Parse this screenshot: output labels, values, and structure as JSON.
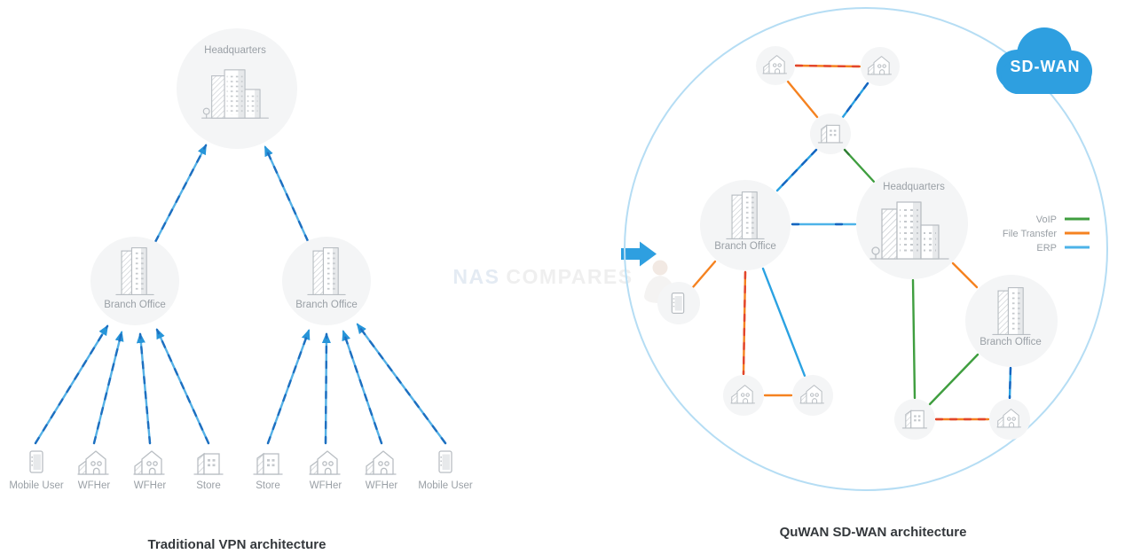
{
  "watermark": {
    "brand_primary": "NAS",
    "brand_secondary": "COMPARES"
  },
  "left_diagram": {
    "caption": "Traditional VPN architecture",
    "headquarters_label": "Headquarters",
    "branch_office_label": "Branch Office",
    "leaf_labels": [
      "Mobile User",
      "WFHer",
      "WFHer",
      "Store",
      "Store",
      "WFHer",
      "WFHer",
      "Mobile User"
    ]
  },
  "right_diagram": {
    "caption": "QuWAN SD-WAN architecture",
    "cloud_label": "SD-WAN",
    "headquarters_label": "Headquarters",
    "branch_office_label": "Branch Office",
    "legend": [
      {
        "label": "VoIP",
        "color": "#3f9e3f"
      },
      {
        "label": "File Transfer",
        "color": "#f58220"
      },
      {
        "label": "ERP",
        "color": "#4db3e8"
      }
    ]
  },
  "colors": {
    "voip_green": "#3f9e3f",
    "file_transfer_orange": "#f58220",
    "erp_light_blue": "#4db3e8",
    "link_blue": "#2ba2e2",
    "vpn_arrow_blue": "#2795d9",
    "cloud_blue": "#2e9fe0",
    "node_fill": "#f4f5f6",
    "label_gray": "#9aa0a6",
    "outer_circle_blue": "#b5ddf4"
  }
}
